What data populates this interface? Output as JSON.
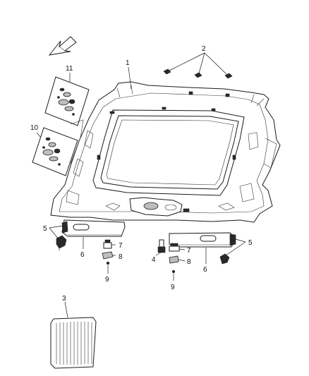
{
  "callouts": {
    "c1": "1",
    "c2": "2",
    "c3": "3",
    "c4": "4",
    "c5_left": "5",
    "c5_right": "5",
    "c6_left": "6",
    "c6_right": "6",
    "c7_left": "7",
    "c7_right": "7",
    "c8_left": "8",
    "c8_right": "8",
    "c9_left": "9",
    "c9_right": "9",
    "c10": "10",
    "c11": "11"
  },
  "icons": {
    "front_arrow": "front-direction-arrow-icon"
  }
}
